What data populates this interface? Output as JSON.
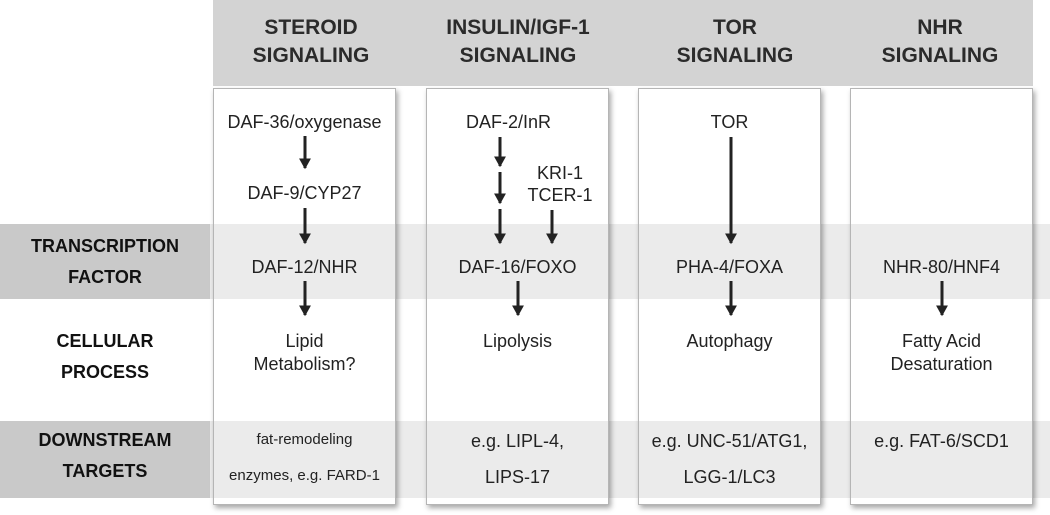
{
  "headers": {
    "steroid": [
      "STEROID",
      "SIGNALING"
    ],
    "insulin": [
      "INSULIN/IGF-1",
      "SIGNALING"
    ],
    "tor": [
      "TOR",
      "SIGNALING"
    ],
    "nhr": [
      "NHR",
      "SIGNALING"
    ]
  },
  "rows": {
    "transcription_factor": [
      "TRANSCRIPTION",
      "FACTOR"
    ],
    "cellular_process": [
      "CELLULAR",
      "PROCESS"
    ],
    "downstream_targets": [
      "DOWNSTREAM",
      "TARGETS"
    ]
  },
  "steroid": {
    "upstream1": "DAF-36/oxygenase",
    "upstream2": "DAF-9/CYP27",
    "tf": "DAF-12/NHR",
    "process": [
      "Lipid",
      "Metabolism?"
    ],
    "targets": [
      "fat-remodeling",
      "enzymes, e.g. FARD-1"
    ]
  },
  "insulin": {
    "upstream1": "DAF-2/InR",
    "modulators": [
      "KRI-1",
      "TCER-1"
    ],
    "tf": "DAF-16/FOXO",
    "process": "Lipolysis",
    "targets": [
      "e.g. LIPL-4,",
      "LIPS-17"
    ]
  },
  "tor": {
    "upstream1": "TOR",
    "tf": "PHA-4/FOXA",
    "process": "Autophagy",
    "targets": [
      "e.g. UNC-51/ATG1,",
      "LGG-1/LC3"
    ]
  },
  "nhr": {
    "tf": "NHR-80/HNF4",
    "process": [
      "Fatty Acid",
      "Desaturation"
    ],
    "targets": "e.g. FAT-6/SCD1"
  },
  "colors": {
    "header_bg": "#d3d3d3",
    "row_label_bg": "#c9c9c9",
    "band_bg": "#ebebeb",
    "arrow": "#222222"
  }
}
